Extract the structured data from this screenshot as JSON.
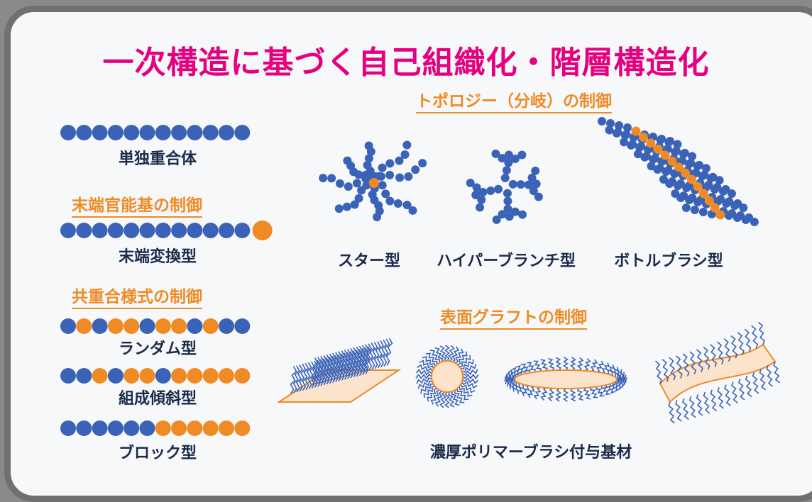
{
  "title": "一次構造に基づく自己組織化・階層構造化",
  "colors": {
    "blue": "#3a63b8",
    "orange": "#f08a24",
    "title": "#e5007f",
    "text": "#1a2b4a",
    "fill": "#fbe3cc"
  },
  "left": {
    "homopolymer_label": "単独重合体",
    "end_heading": "末端官能基の制御",
    "end_label": "末端変換型",
    "copoly_heading": "共重合様式の制御",
    "random_label": "ランダム型",
    "gradient_label": "組成傾斜型",
    "block_label": "ブロック型"
  },
  "topology": {
    "heading": "トポロジー（分岐）の制御",
    "star_label": "スター型",
    "hyper_label": "ハイパーブランチ型",
    "bottle_label": "ボトルブラシ型"
  },
  "graft": {
    "heading": "表面グラフトの制御",
    "caption": "濃厚ポリマーブラシ付与基材"
  },
  "chains": {
    "homopolymer": [
      "b",
      "b",
      "b",
      "b",
      "b",
      "b",
      "b",
      "b",
      "b",
      "b",
      "b",
      "b"
    ],
    "end": [
      "b",
      "b",
      "b",
      "b",
      "b",
      "b",
      "b",
      "b",
      "b",
      "b",
      "b",
      "b",
      "O"
    ],
    "random": [
      "b",
      "o",
      "b",
      "o",
      "o",
      "b",
      "o",
      "o",
      "b",
      "o",
      "b",
      "b"
    ],
    "gradient": [
      "b",
      "b",
      "o",
      "b",
      "o",
      "o",
      "b",
      "o",
      "o",
      "o",
      "o",
      "o"
    ],
    "block": [
      "b",
      "b",
      "b",
      "b",
      "b",
      "b",
      "o",
      "o",
      "o",
      "o",
      "o",
      "o"
    ]
  }
}
